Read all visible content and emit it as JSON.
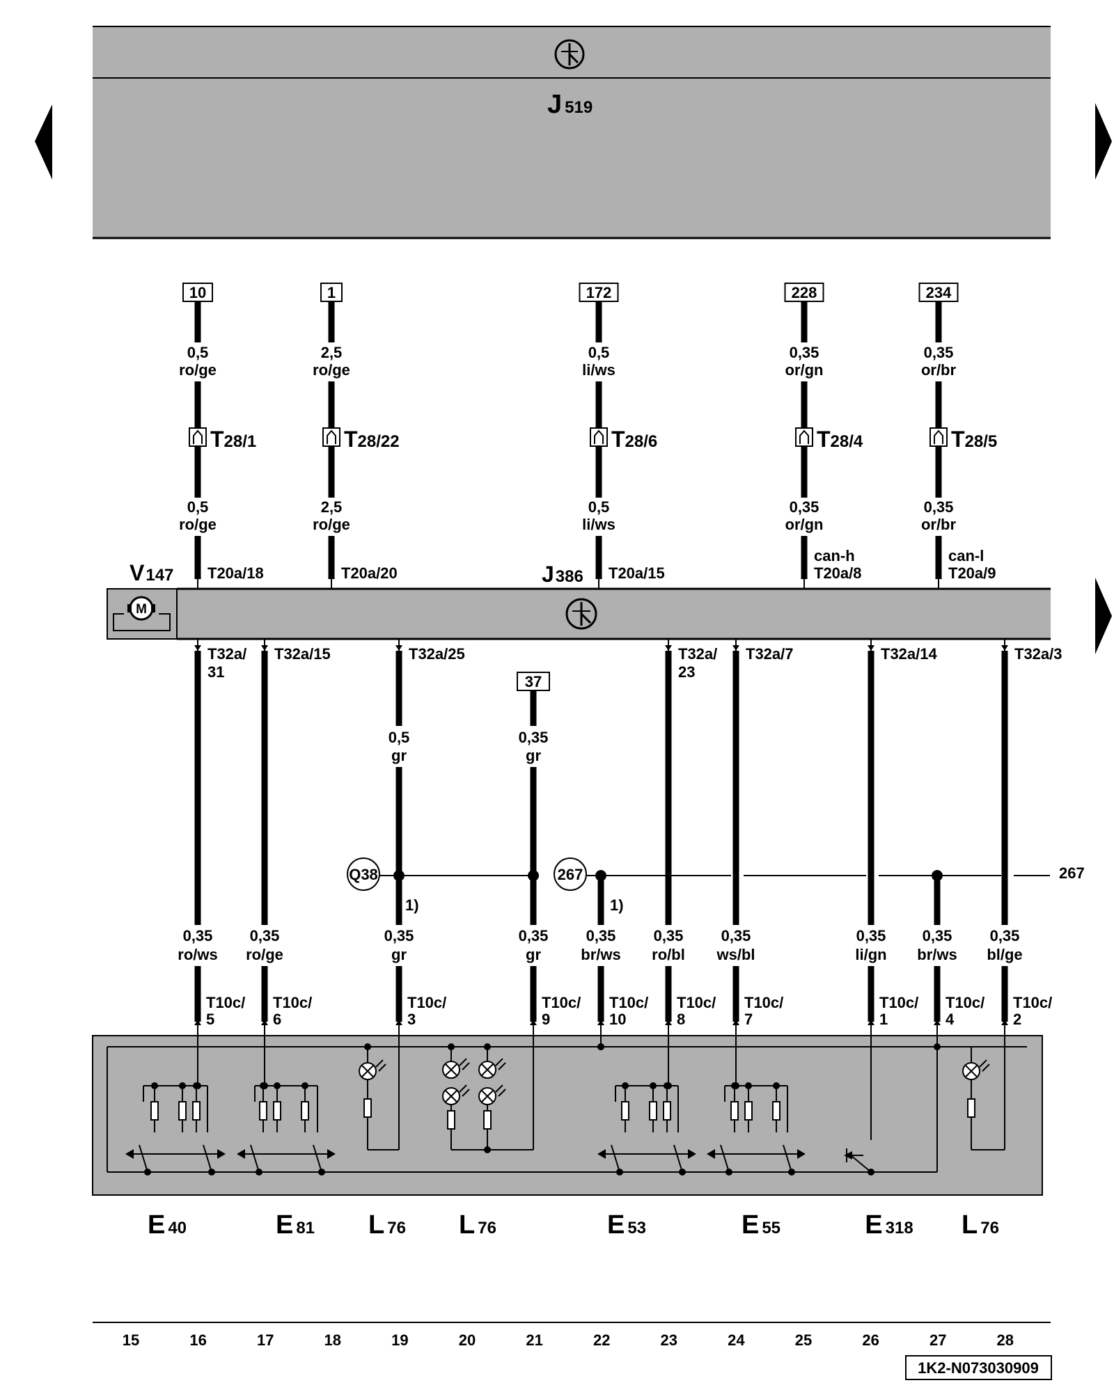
{
  "header_unit": {
    "label_main": "J",
    "label_sub": "519",
    "icon": "ecu-control-unit-icon"
  },
  "control_unit": {
    "motor_label_main": "V",
    "motor_label_sub": "147",
    "motor_symbol": "M",
    "unit_label_main": "J",
    "unit_label_sub": "386",
    "icon": "ecu-control-unit-icon"
  },
  "nav": {
    "prev_icon": "triangle-left-icon",
    "next_icon": "triangle-right-icon"
  },
  "top_wires": [
    {
      "ref": "10",
      "upper_size": "0,5",
      "upper_color": "ro/ge",
      "connector_main": "T",
      "connector_sub": "28/1",
      "lower_size": "0,5",
      "lower_color": "ro/ge",
      "pin_line1": "",
      "pin_line2": "T20a/18"
    },
    {
      "ref": "1",
      "upper_size": "2,5",
      "upper_color": "ro/ge",
      "connector_main": "T",
      "connector_sub": "28/22",
      "lower_size": "2,5",
      "lower_color": "ro/ge",
      "pin_line1": "",
      "pin_line2": "T20a/20"
    },
    {
      "ref": "172",
      "upper_size": "0,5",
      "upper_color": "li/ws",
      "connector_main": "T",
      "connector_sub": "28/6",
      "lower_size": "0,5",
      "lower_color": "li/ws",
      "pin_line1": "",
      "pin_line2": "T20a/15"
    },
    {
      "ref": "228",
      "upper_size": "0,35",
      "upper_color": "or/gn",
      "connector_main": "T",
      "connector_sub": "28/4",
      "lower_size": "0,35",
      "lower_color": "or/gn",
      "pin_line1": "can-h",
      "pin_line2": "T20a/8"
    },
    {
      "ref": "234",
      "upper_size": "0,35",
      "upper_color": "or/br",
      "connector_main": "T",
      "connector_sub": "28/5",
      "lower_size": "0,35",
      "lower_color": "or/br",
      "pin_line1": "can-l",
      "pin_line2": "T20a/9"
    }
  ],
  "bottom_wires": [
    {
      "pin_line1": "T32a/",
      "pin_line2": "31",
      "mid_size": "",
      "mid_color": "",
      "size": "0,35",
      "color": "ro/ws",
      "plug_line1": "T10c/",
      "plug_line2": "5"
    },
    {
      "pin_line1": "T32a/15",
      "pin_line2": "",
      "mid_size": "",
      "mid_color": "",
      "size": "0,35",
      "color": "ro/ge",
      "plug_line1": "T10c/",
      "plug_line2": "6"
    },
    {
      "pin_line1": "T32a/25",
      "pin_line2": "",
      "mid_size": "0,5",
      "mid_color": "gr",
      "size": "0,35",
      "color": "gr",
      "plug_line1": "T10c/",
      "plug_line2": "3"
    },
    {
      "ref": "37",
      "pin_line1": "",
      "pin_line2": "",
      "mid_size": "0,35",
      "mid_color": "gr",
      "size": "0,35",
      "color": "gr",
      "plug_line1": "T10c/",
      "plug_line2": "9"
    },
    {
      "pin_line1": "",
      "pin_line2": "",
      "mid_size": "",
      "mid_color": "",
      "size": "0,35",
      "color": "br/ws",
      "plug_line1": "T10c/",
      "plug_line2": "10"
    },
    {
      "pin_line1": "T32a/",
      "pin_line2": "23",
      "mid_size": "",
      "mid_color": "",
      "size": "0,35",
      "color": "ro/bl",
      "plug_line1": "T10c/",
      "plug_line2": "8"
    },
    {
      "pin_line1": "T32a/7",
      "pin_line2": "",
      "mid_size": "",
      "mid_color": "",
      "size": "0,35",
      "color": "ws/bl",
      "plug_line1": "T10c/",
      "plug_line2": "7"
    },
    {
      "pin_line1": "T32a/14",
      "pin_line2": "",
      "mid_size": "",
      "mid_color": "",
      "size": "0,35",
      "color": "li/gn",
      "plug_line1": "T10c/",
      "plug_line2": "1"
    },
    {
      "pin_line1": "",
      "pin_line2": "",
      "mid_size": "",
      "mid_color": "",
      "size": "0,35",
      "color": "br/ws",
      "plug_line1": "T10c/",
      "plug_line2": "4"
    },
    {
      "pin_line1": "T32a/3",
      "pin_line2": "",
      "mid_size": "",
      "mid_color": "",
      "size": "0,35",
      "color": "bl/ge",
      "plug_line1": "T10c/",
      "plug_line2": "2"
    }
  ],
  "junctions": {
    "q38": "Q38",
    "n267": "267",
    "n267_right": "267",
    "footnote_a": "1)",
    "footnote_b": "1)"
  },
  "components": [
    {
      "main": "E",
      "sub": "40"
    },
    {
      "main": "E",
      "sub": "81"
    },
    {
      "main": "L",
      "sub": "76"
    },
    {
      "main": "L",
      "sub": "76"
    },
    {
      "main": "E",
      "sub": "53"
    },
    {
      "main": "E",
      "sub": "55"
    },
    {
      "main": "E",
      "sub": "318"
    },
    {
      "main": "L",
      "sub": "76"
    }
  ],
  "tracks": [
    "15",
    "16",
    "17",
    "18",
    "19",
    "20",
    "21",
    "22",
    "23",
    "24",
    "25",
    "26",
    "27",
    "28"
  ],
  "doc_id": "1K2-N073030909"
}
